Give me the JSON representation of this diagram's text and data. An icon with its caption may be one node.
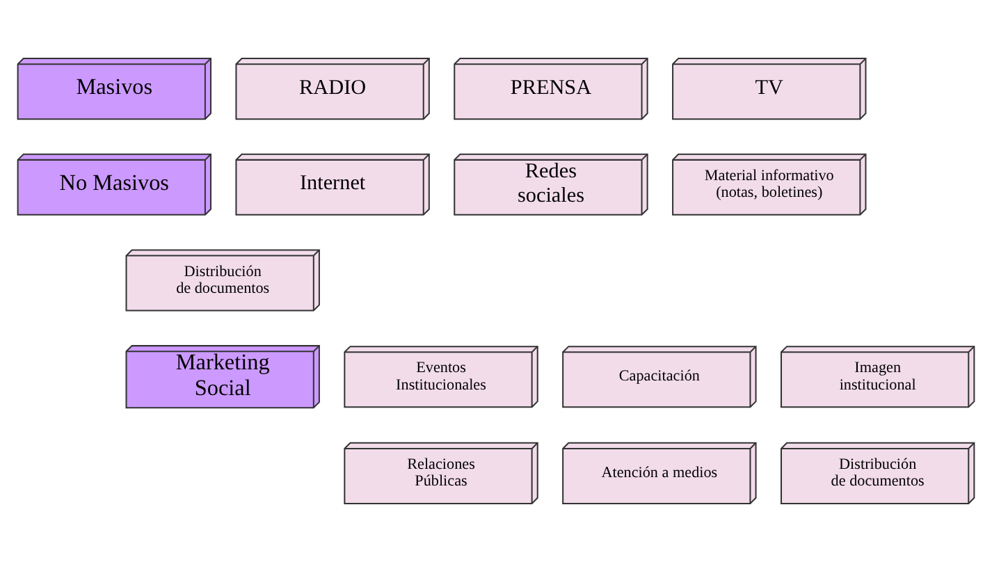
{
  "diagram": {
    "nodes": [
      {
        "text": [
          "Masivos"
        ]
      },
      {
        "text": [
          "RADIO"
        ]
      },
      {
        "text": [
          "PRENSA"
        ]
      },
      {
        "text": [
          "TV"
        ]
      },
      {
        "text": [
          "No Masivos"
        ]
      },
      {
        "text": [
          "Internet"
        ]
      },
      {
        "text": [
          "Redes sociales"
        ]
      },
      {
        "text": [
          "Material informativo (notas, boletines)"
        ]
      },
      {
        "text": [
          "Distribución de documentos"
        ]
      },
      {
        "text": [
          "Marketing Social"
        ]
      },
      {
        "text": [
          "Eventos Institucionales"
        ]
      },
      {
        "text": [
          "Capacitación"
        ]
      },
      {
        "text": [
          "Imagen institucional"
        ]
      },
      {
        "text": [
          "Relaciones Públicas"
        ]
      },
      {
        "text": [
          "Atención a medios"
        ]
      },
      {
        "text": [
          "Distribución de documentos"
        ]
      }
    ]
  }
}
